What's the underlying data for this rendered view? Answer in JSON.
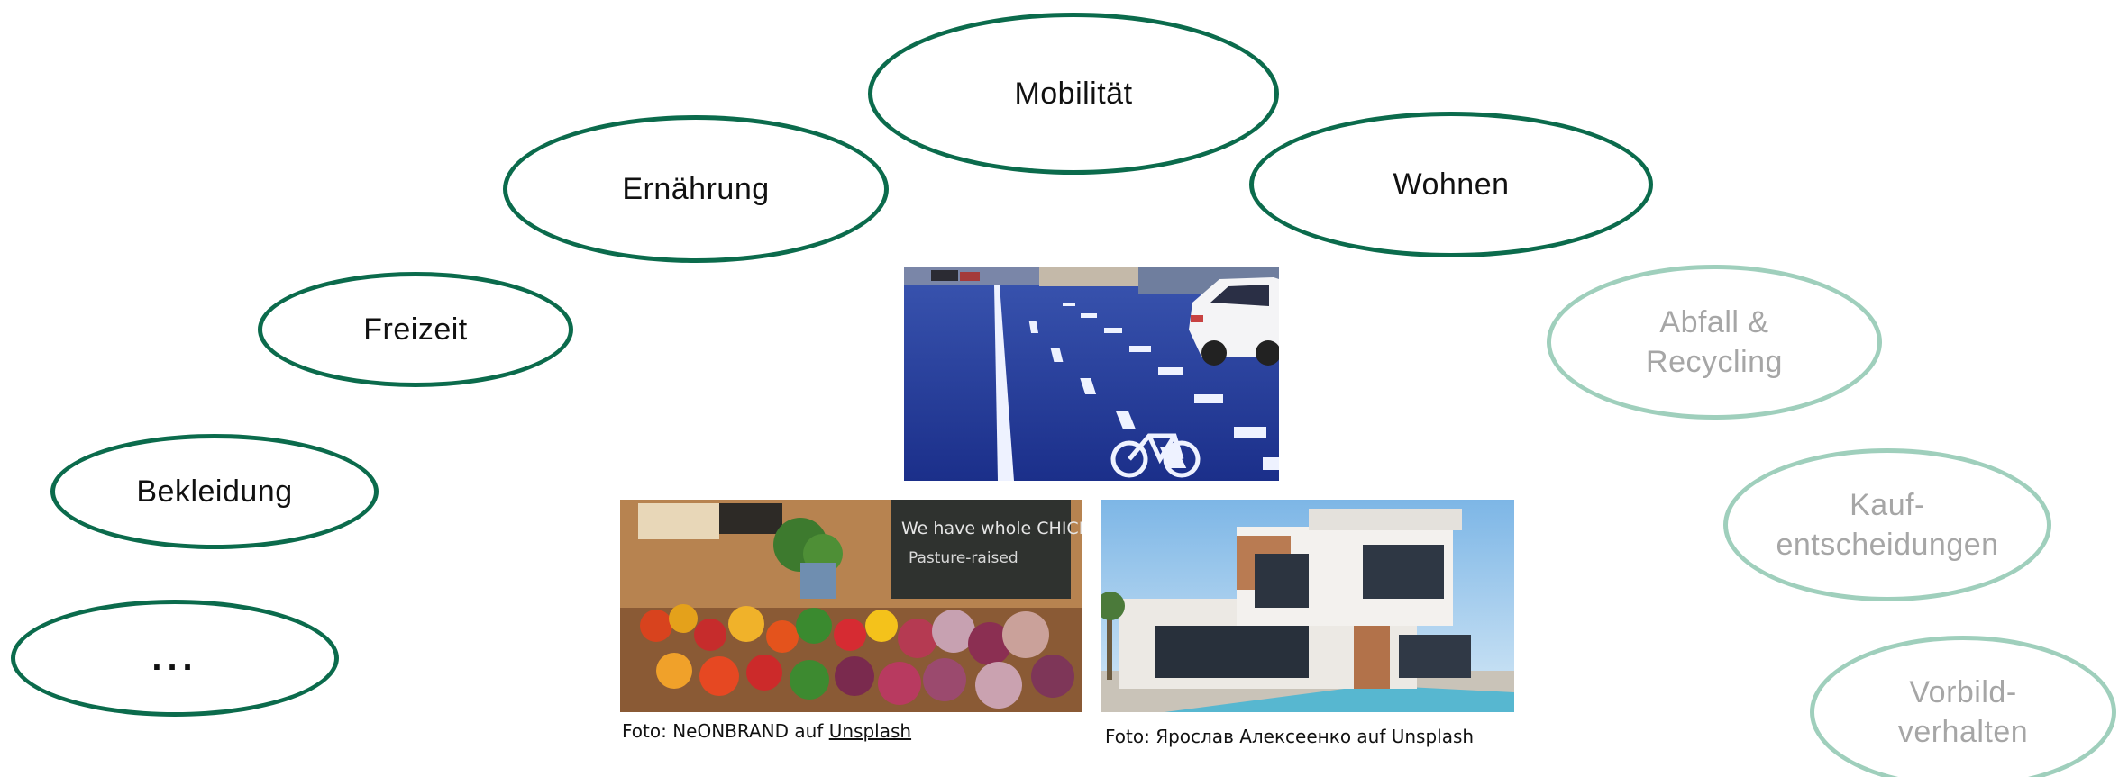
{
  "bubbles": {
    "mobilitaet": "Mobilität",
    "ernaehrung": "Ernährung",
    "wohnen": "Wohnen",
    "freizeit": "Freizeit",
    "bekleidung": "Bekleidung",
    "more": "...",
    "abfall": "Abfall &\nRecycling",
    "kauf": "Kauf-\nentscheidungen",
    "vorbild": "Vorbild-\nverhalten"
  },
  "photos": {
    "bike_lane": "bike-lane-photo",
    "market": "market-stall-photo",
    "house": "modern-house-photo",
    "chalkboard_text": "We have whole CHICKEN",
    "chalkboard_sub": "Pasture-raised"
  },
  "captions": {
    "market_prefix": "Foto: NeONBRAND auf ",
    "market_link": "Unsplash",
    "house": "Foto: Ярослав Алексеенко auf Unsplash"
  },
  "colors": {
    "primary_border": "#0b6b4c",
    "muted_border": "#9fcfbc",
    "muted_text": "#a6a6a6"
  }
}
